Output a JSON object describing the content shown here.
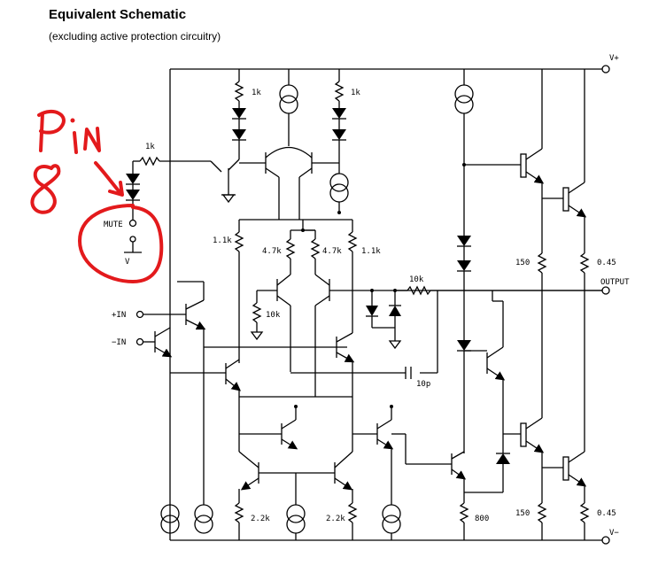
{
  "header": {
    "title": "Equivalent Schematic",
    "subtitle": "(excluding active protection circuitry)"
  },
  "labels": {
    "vplus": "V+",
    "vminus": "V−",
    "output": "OUTPUT",
    "in_plus": "+IN",
    "in_minus": "−IN",
    "mute": "MUTE",
    "mute_vminus": "V",
    "r_1k_left": "1k",
    "r_1k_top_a": "1k",
    "r_1k_top_b": "1k",
    "r_1_1k_a": "1.1k",
    "r_1_1k_b": "1.1k",
    "r_4_7k_a": "4.7k",
    "r_4_7k_b": "4.7k",
    "r_10k_low": "10k",
    "r_10k_fb": "10k",
    "c_10p": "10p",
    "r_150_top": "150",
    "r_045_top": "0.45",
    "r_22k_a": "2.2k",
    "r_22k_b": "2.2k",
    "r_800": "800",
    "r_150_bot": "150",
    "r_045_bot": "0.45"
  },
  "annotation": {
    "color": "#e31a1c",
    "handwritten_text": "Pin 8"
  }
}
